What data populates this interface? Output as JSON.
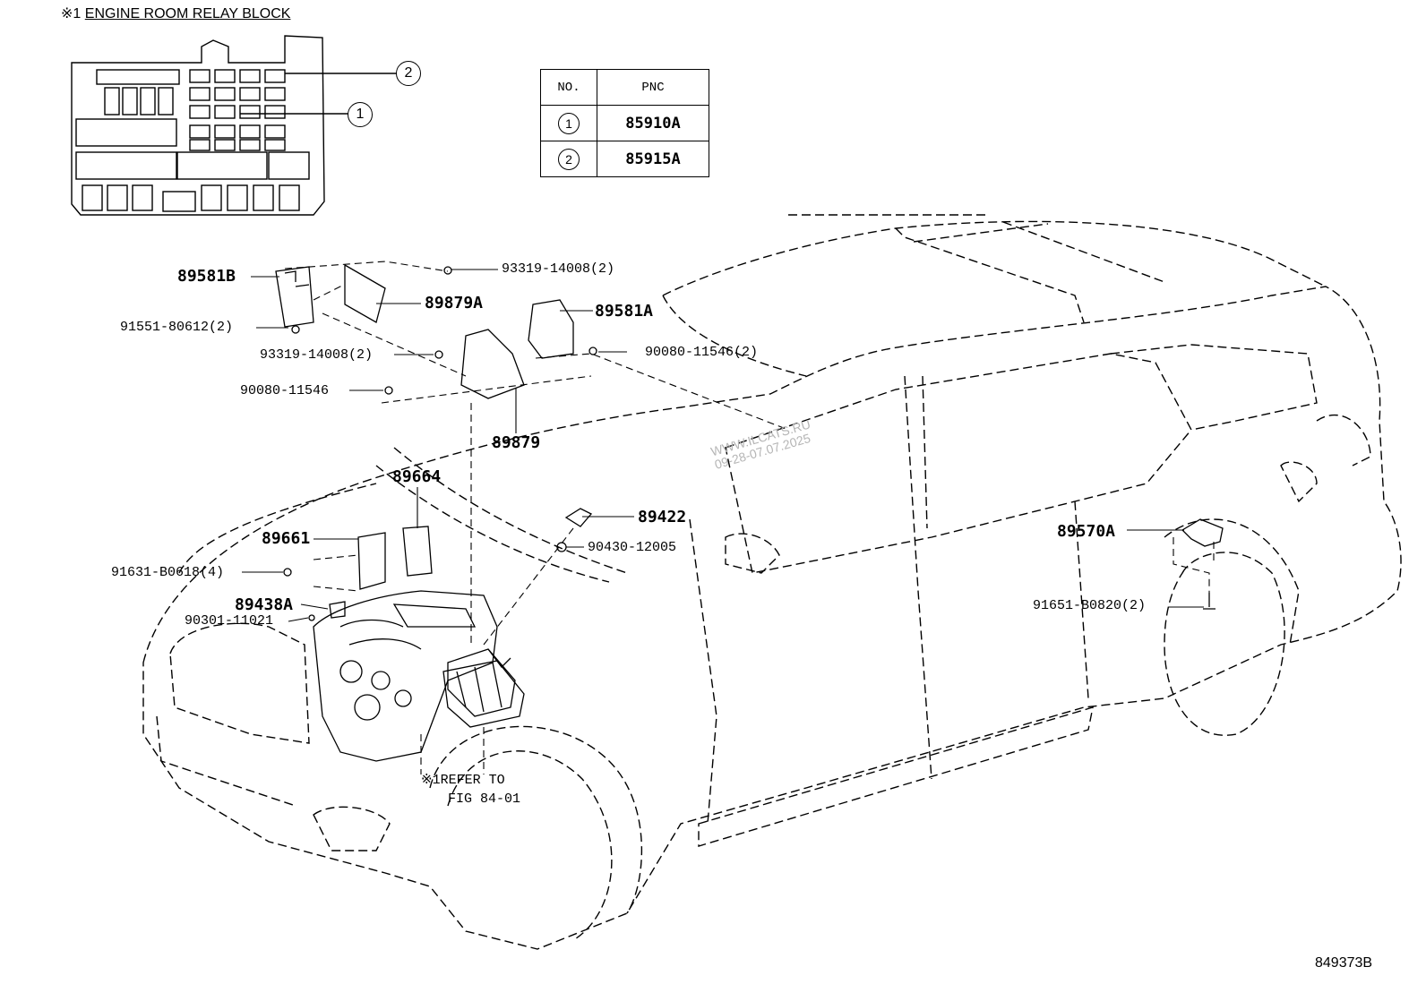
{
  "relay_block": {
    "title_mark": "※1",
    "title": "ENGINE ROOM RELAY BLOCK",
    "callout_1": "1",
    "callout_2": "2"
  },
  "pnc_table": {
    "header_no": "NO.",
    "header_pnc": "PNC",
    "rows": [
      {
        "no": "1",
        "pnc": "85910A"
      },
      {
        "no": "2",
        "pnc": "85915A"
      }
    ]
  },
  "parts": {
    "p89581B": "89581B",
    "p89879A": "89879A",
    "p89581A": "89581A",
    "p89879": "89879",
    "p89664": "89664",
    "p89661": "89661",
    "p89438A": "89438A",
    "p89422": "89422",
    "p89570A": "89570A",
    "b93319_top": "93319-14008(2)",
    "b91551": "91551-80612(2)",
    "b93319_mid": "93319-14008(2)",
    "b90080_2": "90080-11546(2)",
    "b90080": "90080-11546",
    "b91631": "91631-B0618(4)",
    "b90430": "90430-12005",
    "b90301": "90301-11021",
    "b91651": "91651-B0820(2)"
  },
  "refer": {
    "line1": "※1REFER TO",
    "line2": "FIG 84-01"
  },
  "watermark": {
    "line1": "WWW.ILCATS.RU",
    "line2": "09-28-07.07.2025"
  },
  "figure_code": "849373B"
}
